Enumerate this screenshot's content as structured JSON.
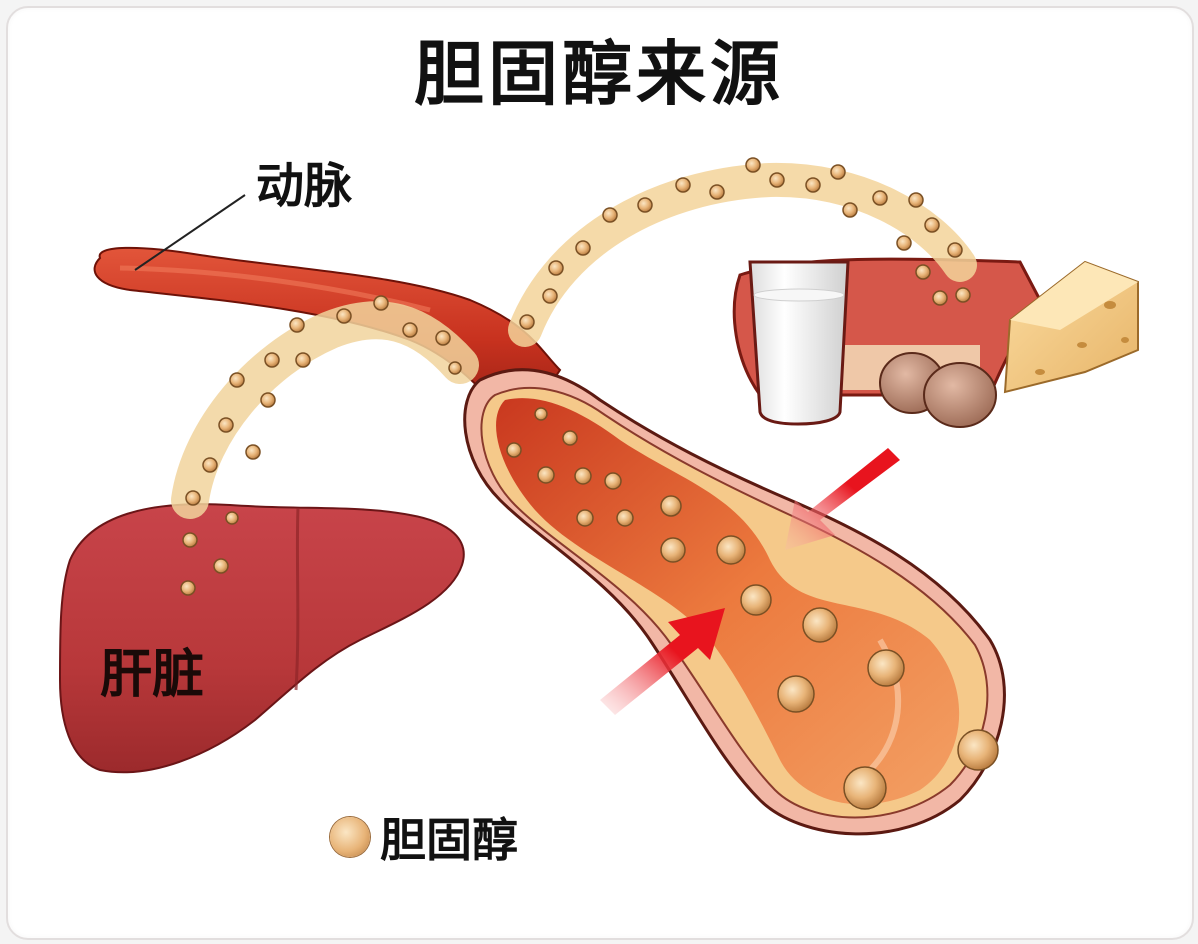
{
  "title": "胆固醇来源",
  "labels": {
    "artery": "动脉",
    "liver": "肝脏"
  },
  "legend": {
    "icon": "cholesterol-particle-icon",
    "text": "胆固醇"
  },
  "illustration": {
    "elements": [
      "artery",
      "liver",
      "food-sources",
      "cholesterol-particles",
      "plaque-cross-section",
      "narrowing-arrows"
    ],
    "food_items": [
      "glass-of-milk",
      "red-meat",
      "eggs",
      "cheese"
    ]
  },
  "colors": {
    "background": "#ffffff",
    "artery_red": "#c8321f",
    "liver_red": "#b8383a",
    "plaque_yellow": "#f3cf8c",
    "particle": "#e8b478",
    "arrow_red": "#e8141e",
    "text": "#111111"
  }
}
